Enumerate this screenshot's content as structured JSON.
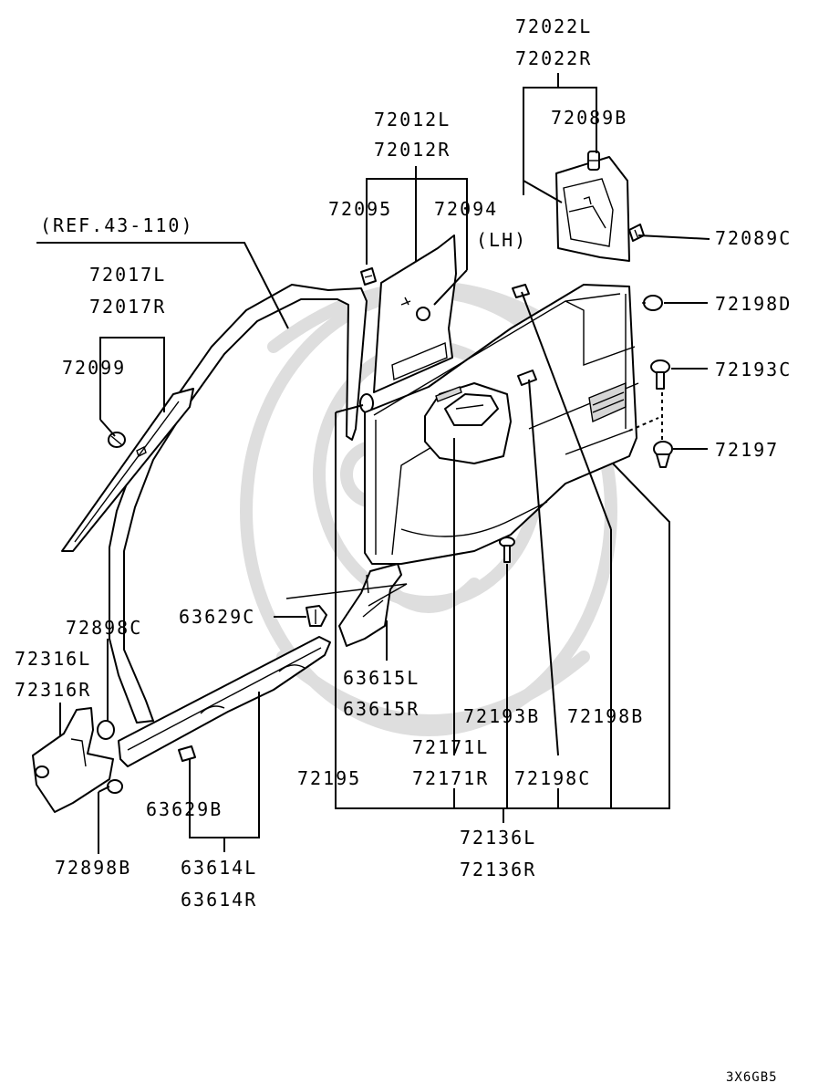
{
  "labels": {
    "p72022L": "72022L",
    "p72022R": "72022R",
    "p72089B": "72089B",
    "p72089C": "72089C",
    "p72012L": "72012L",
    "p72012R": "72012R",
    "p72095": "72095",
    "p72094": "72094",
    "lh": "(LH)",
    "ref": "(REF.43-110)",
    "p72017L": "72017L",
    "p72017R": "72017R",
    "p72099": "72099",
    "p72198D": "72198D",
    "p72193C": "72193C",
    "p72197": "72197",
    "p63629C": "63629C",
    "p72898C": "72898C",
    "p72316L": "72316L",
    "p72316R": "72316R",
    "p63615L": "63615L",
    "p63615R": "63615R",
    "p72193B": "72193B",
    "p72198B": "72198B",
    "p72171L": "72171L",
    "p72171R": "72171R",
    "p72195": "72195",
    "p72198C": "72198C",
    "p63629B": "63629B",
    "p72898B": "72898B",
    "p63614L": "63614L",
    "p63614R": "63614R",
    "p72136L": "72136L",
    "p72136R": "72136R",
    "diagramCode": "3X6GB5"
  },
  "colors": {
    "ink": "#000000",
    "paper": "#ffffff",
    "watermark": "#dedede"
  }
}
